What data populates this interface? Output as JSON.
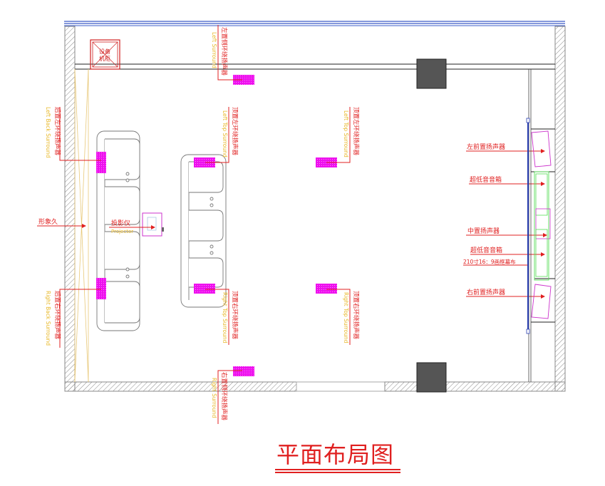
{
  "drawing": {
    "title": "平面布局图",
    "colors": {
      "wall_hatch": "#999999",
      "label_red": "#e02020",
      "label_yellow": "#e8b828",
      "speaker_magenta": "#ee10ee",
      "column_dark": "#555555",
      "screen_blue": "#2a3fb0",
      "subwoofer_green": "#55dd55",
      "furniture_gray": "#777777"
    },
    "labels": {
      "equipment_cabinet": [
        "设备",
        "机柜"
      ],
      "left_surround_cn": "左置侧环绕扬声器",
      "left_surround_en": "Left Surround",
      "right_surround_cn": "右置侧环绕扬声器",
      "right_surround_en": "Right Surround",
      "left_back_surround_cn": "后置左环绕扬声器",
      "left_back_surround_en": "Left Back Surround",
      "right_back_surround_cn": "后置右环绕扬声器",
      "right_back_surround_en": "Right Back Surround",
      "left_top_surround_cn": "顶置左环绕扬声器",
      "left_top_surround_en": "Left Top Surround",
      "right_top_surround_cn": "顶置右环绕扬声器",
      "right_top_surround_en": "Right Top Surround",
      "projector_cn": "投影仪",
      "projector_en": "Projector",
      "back_wall": "形象久",
      "left_front_speaker": "左前置扬声器",
      "subwoofer_top": "超低音音箱",
      "center_speaker": "中置扬声器",
      "subwoofer_bottom": "超低音音箱",
      "screen": "210寸16：9画框幕布",
      "right_front_speaker": "右前置扬声器"
    }
  }
}
